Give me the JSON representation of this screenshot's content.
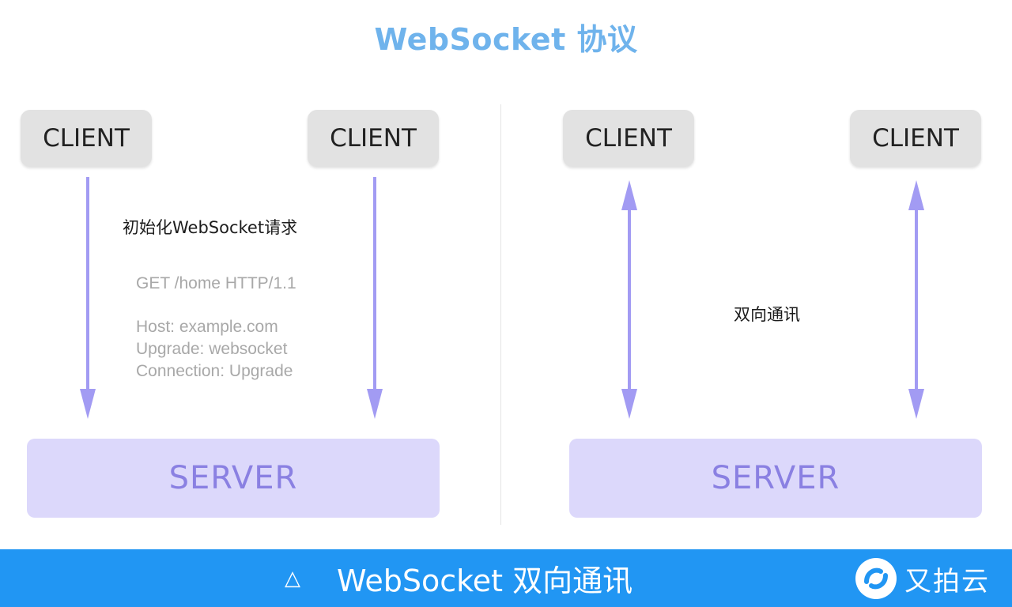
{
  "title": "WebSocket 协议",
  "left_panel": {
    "client_left": "CLIENT",
    "client_right": "CLIENT",
    "server": "SERVER",
    "heading": "初始化WebSocket请求",
    "request_lines": [
      "GET /home HTTP/1.1",
      "Host: example.com",
      "Upgrade: websocket",
      "Connection: Upgrade"
    ]
  },
  "right_panel": {
    "client_left": "CLIENT",
    "client_right": "CLIENT",
    "server": "SERVER",
    "label": "双向通讯"
  },
  "banner": {
    "icon": "triangle-outline-icon",
    "icon_glyph": "△",
    "caption": "WebSocket 双向通讯",
    "logo_text": "又拍云",
    "logo_icon": "upyun-logo-icon"
  },
  "colors": {
    "title": "#6fb3ec",
    "client_box": "#e2e2e2",
    "server_box": "#dcd8fb",
    "server_text": "#8a80e2",
    "arrow": "#a29bf3",
    "banner": "#2196f3"
  }
}
